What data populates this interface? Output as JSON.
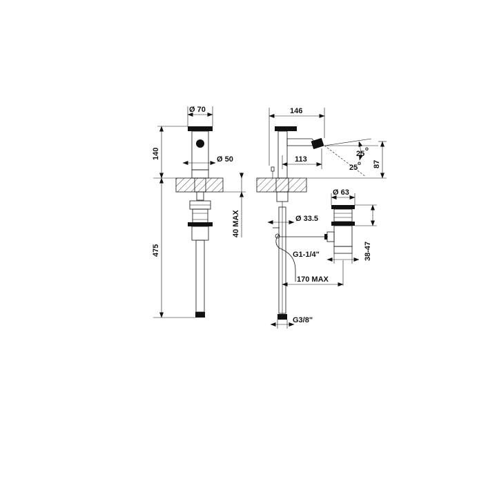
{
  "drawing": {
    "colors": {
      "ink": "#111111",
      "background": "#ffffff"
    },
    "front_view": {
      "diameter_top": "Ø 70",
      "diameter_body": "Ø 50",
      "height_above_deck": "140",
      "below_deck_length": "475",
      "deck_thickness_max": "40 MAX"
    },
    "side_view": {
      "overall_reach": "146",
      "spout_reach": "113",
      "spout_height": "87",
      "angle_up": "25",
      "angle_down": "25",
      "pipe_diameter": "Ø 33.5",
      "waste_diameter": "Ø 63",
      "waste_thread": "G1-1/4\"",
      "waste_adjust": "38-47",
      "rod_length_max": "170 MAX",
      "supply_thread": "G3/8\""
    }
  }
}
